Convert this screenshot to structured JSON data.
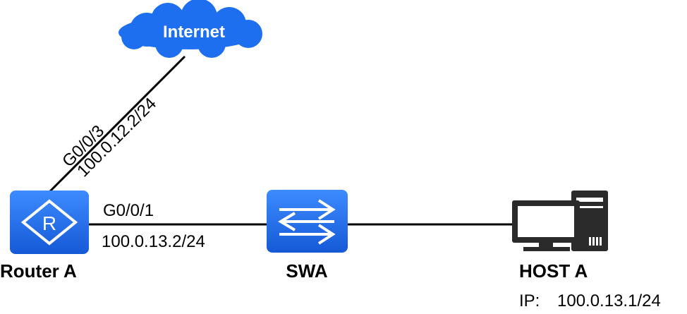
{
  "cloud": {
    "label": "Internet"
  },
  "router": {
    "label": "Router A",
    "glyph": "R"
  },
  "switch": {
    "label": "SWA"
  },
  "host": {
    "label": "HOST A",
    "ip_label": "IP:",
    "ip": "100.0.13.1/24"
  },
  "link_router_internet": {
    "interface": "G0/0/3",
    "address": "100.0.12.2/24"
  },
  "link_router_switch": {
    "interface": "G0/0/1",
    "address": "100.0.13.2/24"
  },
  "colors": {
    "device_blue": "#1e6fe8",
    "cloud_blue": "#1d6ff0",
    "host_dark": "#2b2b2b"
  },
  "icons": {
    "router": "router-icon",
    "switch": "switch-icon",
    "host": "computer-icon",
    "cloud": "cloud-icon"
  }
}
